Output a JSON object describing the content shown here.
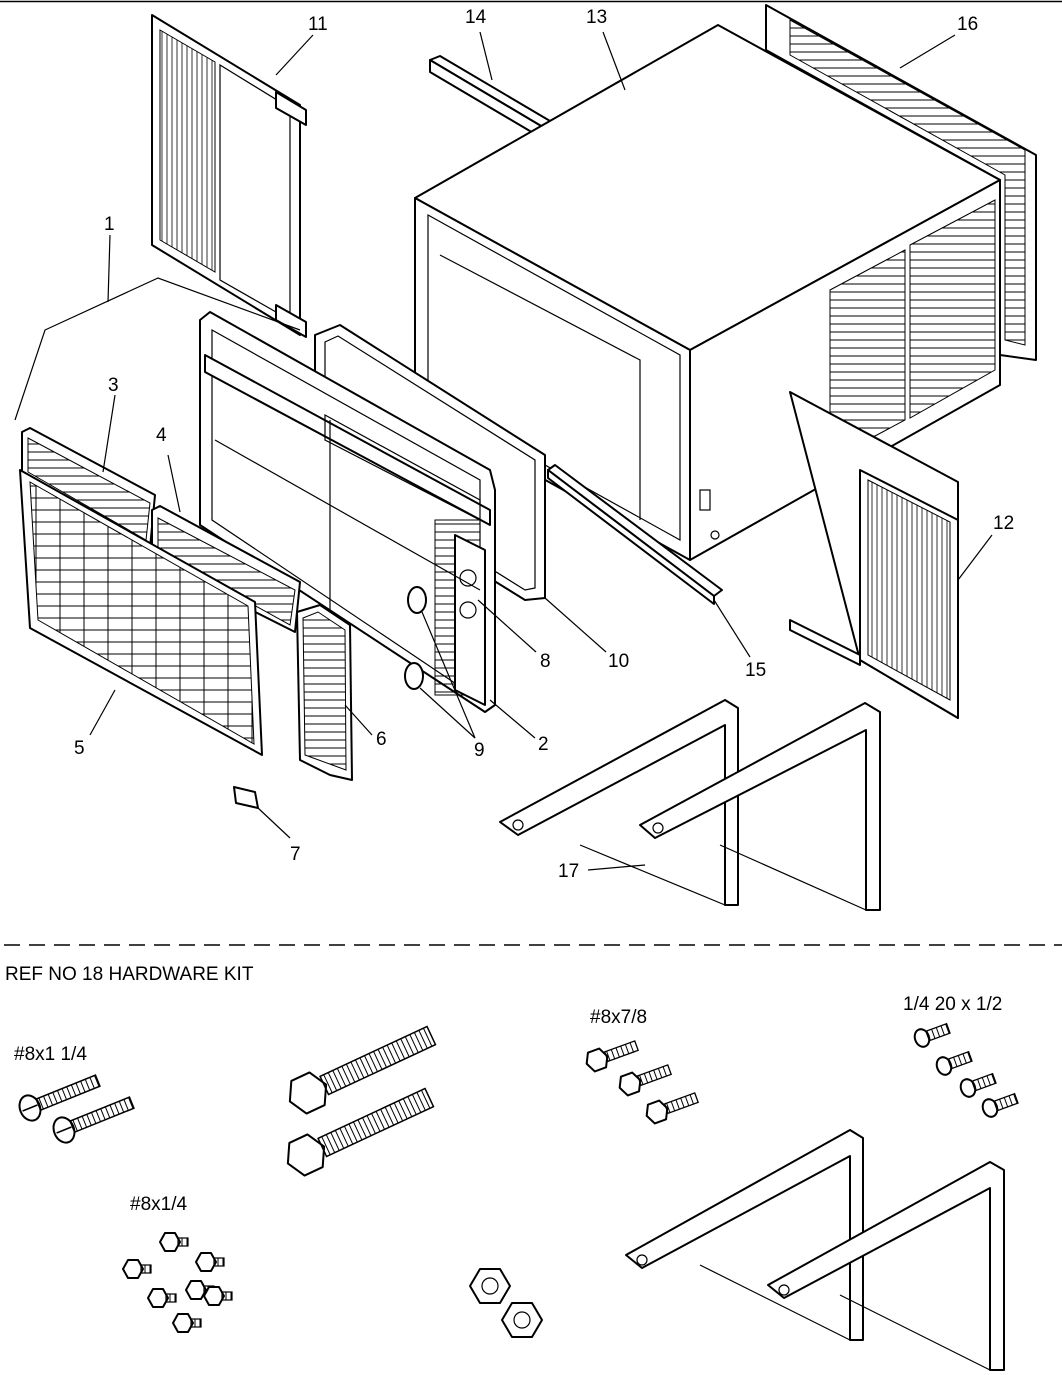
{
  "callouts": [
    "1",
    "2",
    "3",
    "4",
    "5",
    "6",
    "7",
    "8",
    "9",
    "10",
    "11",
    "12",
    "13",
    "14",
    "15",
    "16",
    "17"
  ],
  "hardware": {
    "heading": "REF NO 18 HARDWARE KIT",
    "screw_8x1_1_4": "#8x1 1/4",
    "screw_8x7_8": "#8x7/8",
    "bolt_1_4_20x1_2": "1/4 20 x 1/2",
    "screw_8x1_4": "#8x1/4"
  }
}
